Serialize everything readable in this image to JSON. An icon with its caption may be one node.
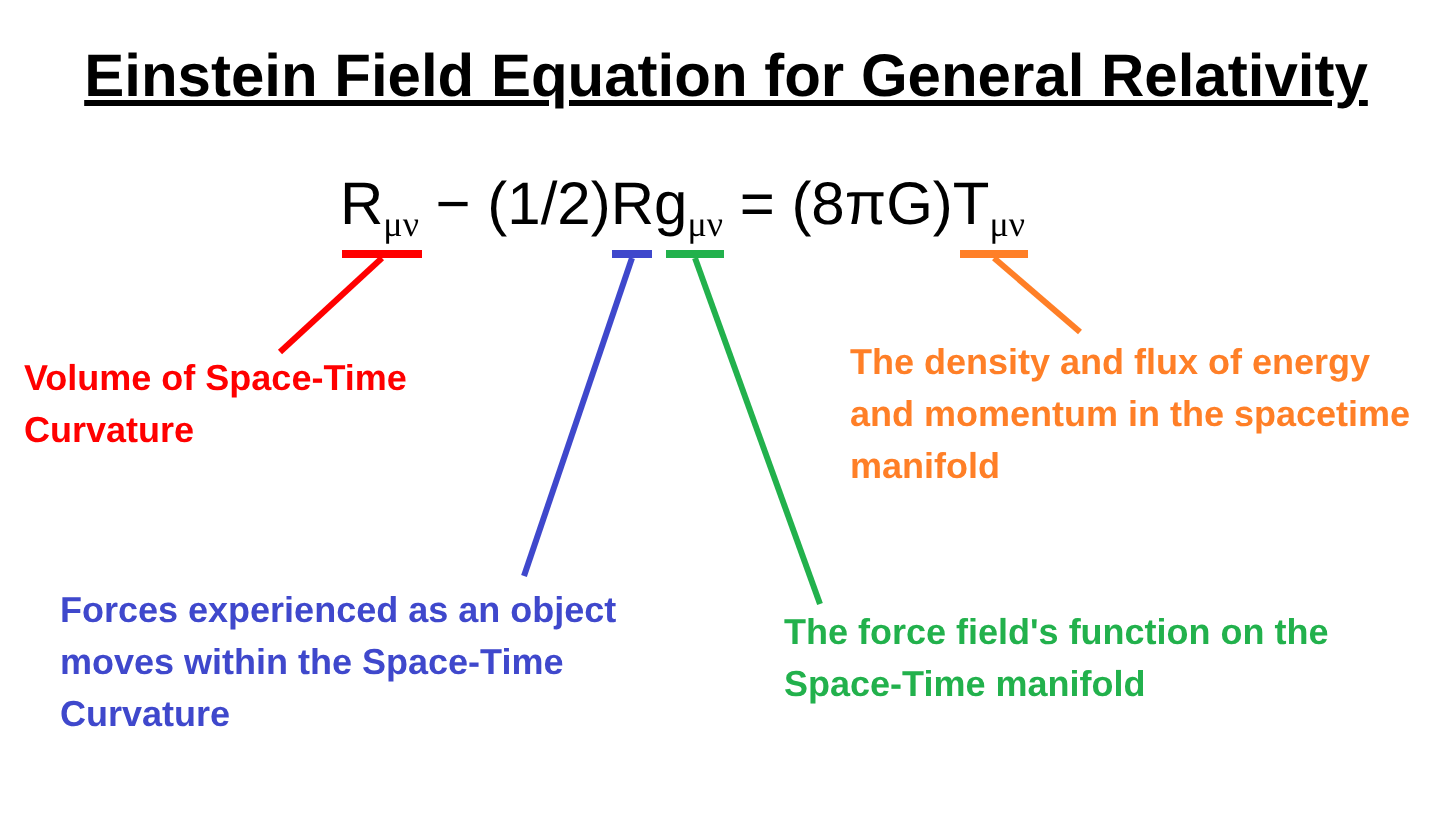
{
  "diagram": {
    "title": "Einstein Field Equation for General Relativity",
    "nodes": [
      {
        "text": [],
        "shape": "bar"
      },
      {
        "text": [],
        "shape": "bar"
      },
      {
        "text": [],
        "shape": "bar"
      },
      {
        "text": [],
        "shape": "bar"
      },
      {
        "text": [
          "Volume of Space-Time Curvature"
        ]
      },
      {
        "text": [
          "The density and flux of energy and momentum in the spacetime manifold"
        ]
      },
      {
        "text": [
          "Forces experienced as an object moves within the Space-Time Curvature"
        ]
      },
      {
        "text": [
          "The force field's function on the Space-Time manifold"
        ]
      }
    ],
    "edges": [
      {
        "from": 4,
        "to": 0,
        "arrow": "none",
        "color": "#ff0000"
      },
      {
        "from": 5,
        "to": 3,
        "arrow": "none",
        "color": "#ff7f27"
      },
      {
        "from": 6,
        "to": 1,
        "arrow": "none",
        "color": "#3f48cc"
      },
      {
        "from": 7,
        "to": 2,
        "arrow": "none",
        "color": "#22b14c"
      }
    ],
    "labels": [
      "R$_{μν}$ − (1/2)Rg$_{μν}$ = (8πG)T$_{μν}$"
    ]
  }
}
